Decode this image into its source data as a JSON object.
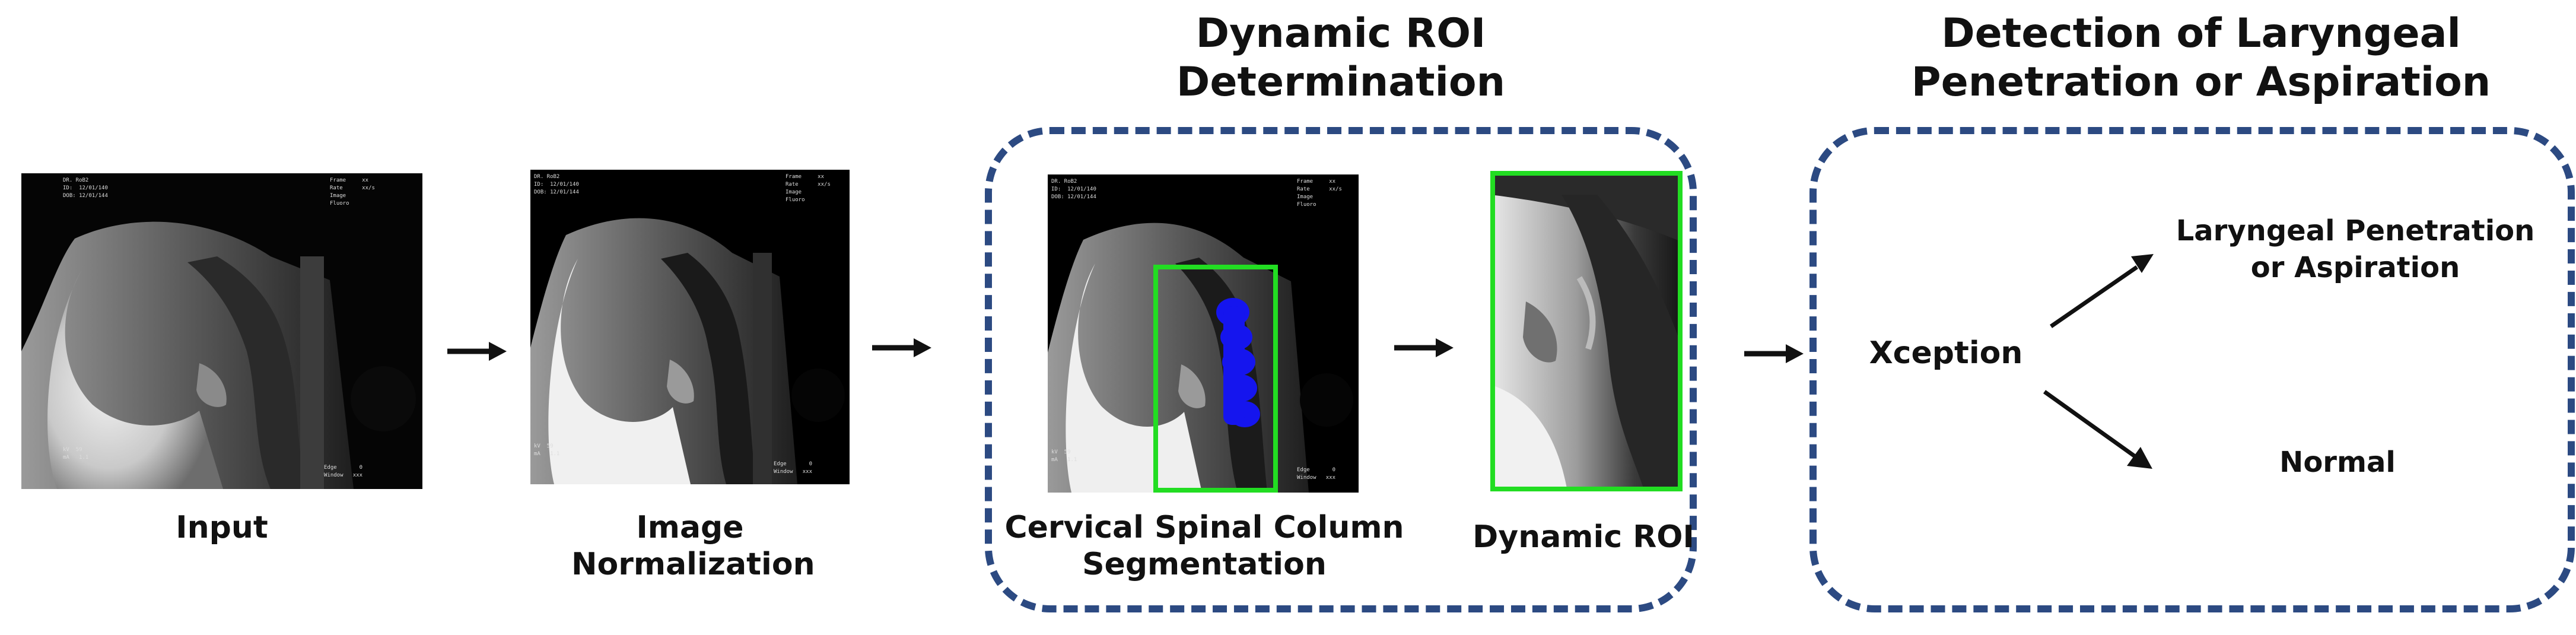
{
  "stages": {
    "input_label": "Input",
    "norm_label_line1": "Image",
    "norm_label_line2": "Normalization",
    "seg_label_line1": "Cervical Spinal Column",
    "seg_label_line2": "Segmentation",
    "roi_label": "Dynamic ROI"
  },
  "groups": {
    "roi_title_line1": "Dynamic ROI",
    "roi_title_line2": "Determination",
    "det_title_line1": "Detection of Laryngeal",
    "det_title_line2": "Penetration or Aspiration"
  },
  "classifier": {
    "model": "Xception",
    "out1_line1": "Laryngeal Penetration",
    "out1_line2": "or Aspiration",
    "out2": "Normal"
  },
  "overlay": {
    "tl_1": "DR. RoB2",
    "tl_2": "ID:  12/01/140",
    "tl_3": "DOB: 12/01/144",
    "tr_1": "Frame     xx",
    "tr_2": "Rate      xx/s",
    "tr_3": "Image",
    "tr_4": "Fluoro",
    "bl_1": "kV  59",
    "bl_2": "mA   1.1",
    "br_1": "Edge       0",
    "br_2": "Window   xxx"
  },
  "colors": {
    "dashed_border": "#2c4a82",
    "roi_box": "#22dd22",
    "segmentation": "#1515ee"
  }
}
